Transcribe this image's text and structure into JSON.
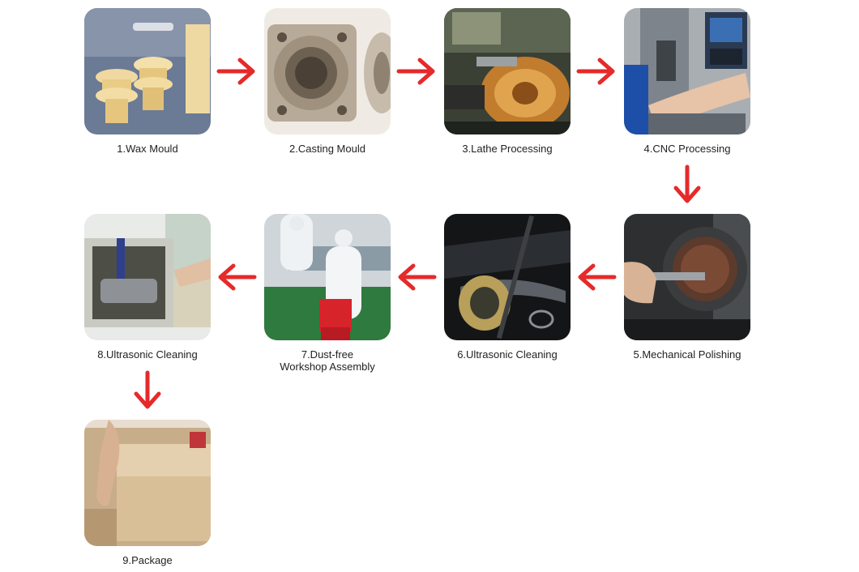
{
  "steps": [
    {
      "id": 1,
      "label": "1.Wax Mould"
    },
    {
      "id": 2,
      "label": "2.Casting Mould"
    },
    {
      "id": 3,
      "label": "3.Lathe Processing"
    },
    {
      "id": 4,
      "label": "4.CNC Processing"
    },
    {
      "id": 5,
      "label": "5.Mechanical Polishing"
    },
    {
      "id": 6,
      "label": "6.Ultrasonic Cleaning"
    },
    {
      "id": 7,
      "label_line1": "7.Dust-free",
      "label_line2": "Workshop Assembly"
    },
    {
      "id": 8,
      "label": "8.Ultrasonic Cleaning"
    },
    {
      "id": 9,
      "label": "9.Package"
    }
  ],
  "colors": {
    "arrow": "#e52a2a",
    "caption": "#222222"
  },
  "arrows": [
    {
      "from": 1,
      "to": 2,
      "direction": "right"
    },
    {
      "from": 2,
      "to": 3,
      "direction": "right"
    },
    {
      "from": 3,
      "to": 4,
      "direction": "right"
    },
    {
      "from": 4,
      "to": 5,
      "direction": "down"
    },
    {
      "from": 5,
      "to": 6,
      "direction": "left"
    },
    {
      "from": 6,
      "to": 7,
      "direction": "left"
    },
    {
      "from": 7,
      "to": 8,
      "direction": "left"
    },
    {
      "from": 8,
      "to": 9,
      "direction": "down"
    }
  ]
}
